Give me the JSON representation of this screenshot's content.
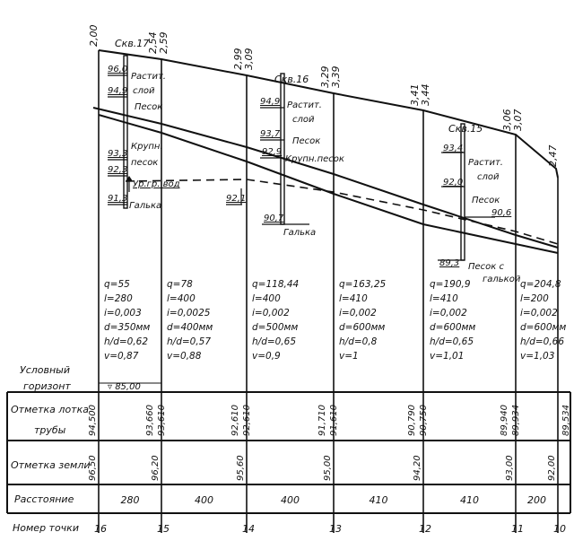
{
  "profile": {
    "wells": [
      {
        "label": "Скв.17",
        "elevations": [
          "96,0",
          "94,9",
          "93,3",
          "92,3",
          "91,3"
        ],
        "layers": [
          "Растит.",
          "слой",
          "Песок",
          "Крупн.",
          "песок",
          "Галька"
        ],
        "water_label": "Ур.гр. вод"
      },
      {
        "label": "Скв.16",
        "elevations": [
          "94,9",
          "93,7",
          "92,9",
          "90,7"
        ],
        "layers": [
          "Растит.",
          "слой",
          "Песок",
          "Крупн.песок",
          "Галька"
        ]
      },
      {
        "label": "Скв.15",
        "elevations": [
          "93,4",
          "92,0",
          "90,6",
          "89,3"
        ],
        "layers": [
          "Растит.",
          "слой",
          "Песок",
          "Песок с",
          "галькой"
        ]
      }
    ],
    "water_level": "92,1",
    "depths": [
      [
        "2,00"
      ],
      [
        "2,54",
        "2,59"
      ],
      [
        "2,99",
        "3,09"
      ],
      [
        "3,29",
        "3,39"
      ],
      [
        "3,41",
        "3,44"
      ],
      [
        "3,06",
        "3,07"
      ],
      [
        "2,47"
      ]
    ],
    "segments": [
      {
        "q": "q=55",
        "l": "l=280",
        "i": "i=0,003",
        "d": "d=350мм",
        "hd": "h/d=0,62",
        "v": "v=0,87"
      },
      {
        "q": "q=78",
        "l": "l=400",
        "i": "i=0,0025",
        "d": "d=400мм",
        "hd": "h/d=0,57",
        "v": "v=0,88"
      },
      {
        "q": "q=118,44",
        "l": "l=400",
        "i": "i=0,002",
        "d": "d=500мм",
        "hd": "h/d=0,65",
        "v": "v=0,9"
      },
      {
        "q": "q=163,25",
        "l": "l=410",
        "i": "i=0,002",
        "d": "d=600мм",
        "hd": "h/d=0,8",
        "v": "v=1"
      },
      {
        "q": "q=190,9",
        "l": "l=410",
        "i": "i=0,002",
        "d": "d=600мм",
        "hd": "h/d=0,65",
        "v": "v=1,01"
      },
      {
        "q": "q=204,8",
        "l": "l=200",
        "i": "i=0,002",
        "d": "d=600мм",
        "hd": "h/d=0,66",
        "v": "v=1,03"
      }
    ],
    "datum": {
      "label_line1": "Условный",
      "label_line2": "горизонт",
      "value": "▿ 85,00"
    }
  },
  "table": {
    "row_labels": {
      "invert_line1": "Отметка лотка",
      "invert_line2": "трубы",
      "ground": "Отметка земли",
      "distance": "Расстояние",
      "point": "Номер точки"
    },
    "inverts": [
      [
        "94,500"
      ],
      [
        "93,660",
        "93,610"
      ],
      [
        "92,610",
        "92,610"
      ],
      [
        "91,710",
        "91,610"
      ],
      [
        "90,790",
        "90,750"
      ],
      [
        "89,940",
        "89,934"
      ],
      [
        "89,534"
      ]
    ],
    "ground": [
      "96,50",
      "96,20",
      "95,60",
      "95,00",
      "94,20",
      "93,00",
      "92,00"
    ],
    "distances": [
      "280",
      "400",
      "400",
      "410",
      "410",
      "200"
    ],
    "points": [
      "16",
      "15",
      "14",
      "13",
      "12",
      "11",
      "10"
    ]
  }
}
